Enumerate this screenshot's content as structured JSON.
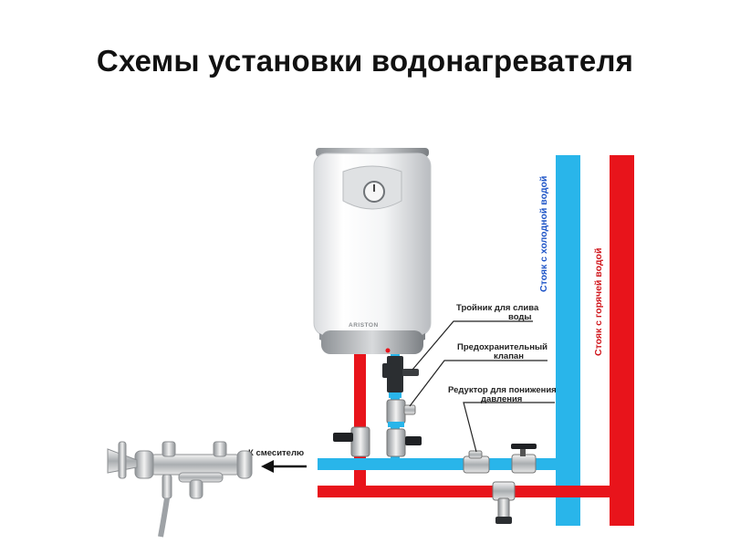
{
  "title": "Схемы установки водонагревателя",
  "labels": {
    "cold_riser": "Стояк с холодной водой",
    "hot_riser": "Стояк с горячей водой",
    "tee_line1": "Тройник для слива",
    "tee_line2": "воды",
    "safety_line1": "Предохранительный",
    "safety_line2": "клапан",
    "reducer_line1": "Редуктор для понижения",
    "reducer_line2": "давления",
    "to_mixer": "К смесителю"
  },
  "brand": "ARISTON",
  "colors": {
    "cold": "#29b5ea",
    "hot": "#e8141b",
    "cold_text": "#1e54c7",
    "hot_text": "#d0161c"
  }
}
